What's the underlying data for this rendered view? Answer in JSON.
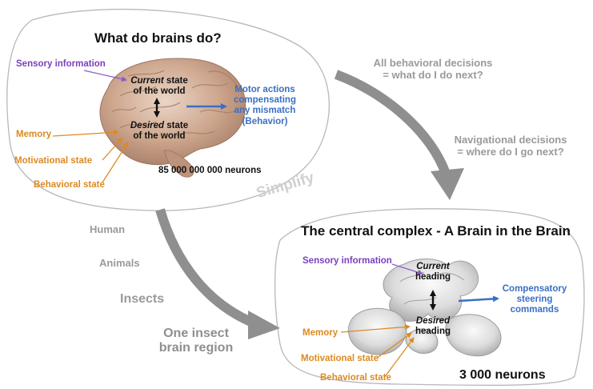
{
  "top_panel": {
    "title": "What do brains do?",
    "sensory": "Sensory information",
    "current_italic": "Current",
    "current_rest": " state",
    "current_line2": "of the world",
    "desired_italic": "Desired",
    "desired_rest": " state",
    "desired_line2": "of the world",
    "motor_lines": [
      "Motor actions",
      "compensating",
      "any mismatch",
      "(Behavior)"
    ],
    "memory": "Memory",
    "motivational": "Motivational state",
    "behavioral": "Behavioral state",
    "neuron_count": "85 000 000 000 neurons"
  },
  "middle": {
    "all_decisions_line1": "All behavioral decisions",
    "all_decisions_line2": "= what do I do next?",
    "nav_decisions_line1": "Navigational decisions",
    "nav_decisions_line2": "= where do I go next?",
    "simplify": "Simplify",
    "hierarchy": [
      "Human",
      "Animals",
      "Insects"
    ],
    "one_insect_line1": "One insect",
    "one_insect_line2": "brain region"
  },
  "bottom_panel": {
    "title": "The central complex - A Brain in the Brain",
    "sensory": "Sensory information",
    "current_italic": "Current",
    "current_line2": "heading",
    "desired_italic": "Desired",
    "desired_line2": "heading",
    "compensatory_lines": [
      "Compensatory",
      "steering",
      "commands"
    ],
    "memory": "Memory",
    "motivational": "Motivational state",
    "behavioral": "Behavioral state",
    "neuron_count": "3 000 neurons"
  },
  "colors": {
    "sensory": "#7b3fbf",
    "internal_state": "#dc8a22",
    "motor": "#3a6fc4",
    "arrow_grey": "#8f8f8f"
  }
}
